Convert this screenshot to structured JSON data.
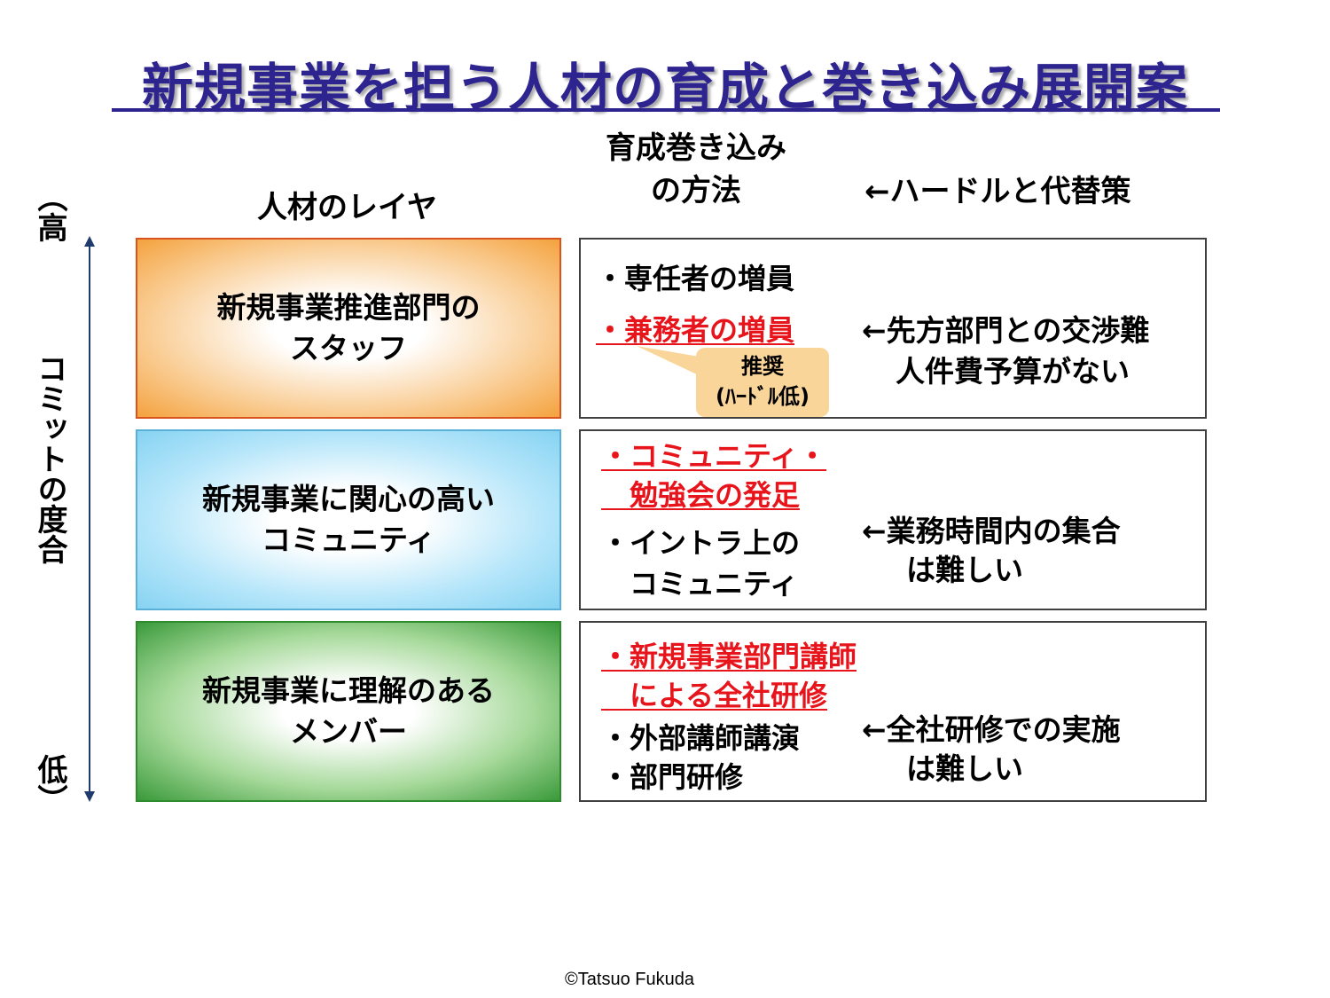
{
  "title": "新規事業を担う人材の育成と巻き込み展開案",
  "headers": {
    "layer": "人材のレイヤ",
    "method_line1": "育成巻き込み",
    "method_line2": "の方法",
    "hurdle": "←ハードルと代替策"
  },
  "axis": {
    "top": "（高",
    "middle": "コミットの度合",
    "bottom": "低）"
  },
  "rows": [
    {
      "layer_line1": "新規事業推進部門の",
      "layer_line2": "スタッフ",
      "methods": [
        {
          "text": "・専任者の増員",
          "highlight": false
        },
        {
          "text": "・兼務者の増員",
          "highlight": true
        }
      ],
      "callout_line1": "推奨",
      "callout_line2": "(ﾊｰﾄﾞﾙ低)",
      "hurdle_line1": "←先方部門との交渉難",
      "hurdle_line2": "人件費予算がない"
    },
    {
      "layer_line1": "新規事業に関心の高い",
      "layer_line2": "コミュニティ",
      "methods": [
        {
          "text": "・コミュニティ・",
          "highlight": true
        },
        {
          "text": "　勉強会の発足",
          "highlight": true
        },
        {
          "text": "・イントラ上の",
          "highlight": false
        },
        {
          "text": "　コミュニティ",
          "highlight": false
        }
      ],
      "hurdle_line1": "←業務時間内の集合",
      "hurdle_line2": "は難しい"
    },
    {
      "layer_line1": "新規事業に理解のある",
      "layer_line2": "メンバー",
      "methods": [
        {
          "text": "・新規事業部門講師",
          "highlight": true
        },
        {
          "text": "　による全社研修",
          "highlight": true
        },
        {
          "text": "・外部講師講演",
          "highlight": false
        },
        {
          "text": "・部門研修",
          "highlight": false
        }
      ],
      "hurdle_line1": "←全社研修での実施",
      "hurdle_line2": "は難しい"
    }
  ],
  "copyright": "©Tatsuo Fukuda",
  "colors": {
    "title": "#2e2490",
    "highlight": "#e8141b",
    "axis": "#1f3b6e",
    "callout": "#fad59a"
  }
}
